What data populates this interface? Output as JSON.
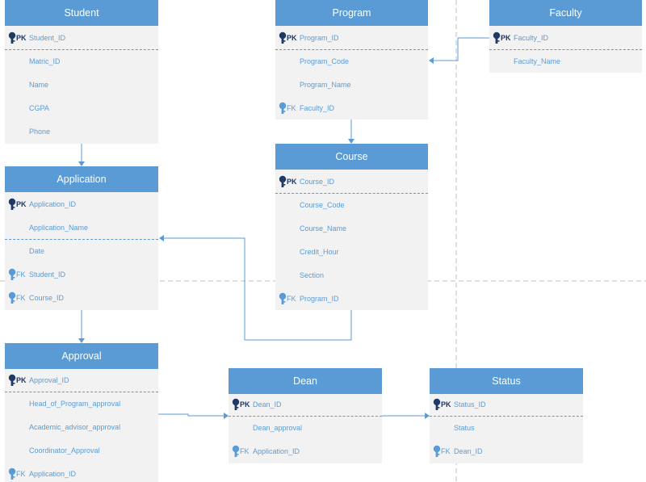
{
  "entities": {
    "student": {
      "title": "Student",
      "fields": [
        {
          "key": "PK",
          "name": "Student_ID"
        },
        {
          "key": "",
          "name": "Matric_ID"
        },
        {
          "key": "",
          "name": "Name"
        },
        {
          "key": "",
          "name": "CGPA"
        },
        {
          "key": "",
          "name": "Phone"
        }
      ]
    },
    "program": {
      "title": "Program",
      "fields": [
        {
          "key": "PK",
          "name": "Program_ID"
        },
        {
          "key": "",
          "name": "Program_Code"
        },
        {
          "key": "",
          "name": "Program_Name"
        },
        {
          "key": "FK",
          "name": "Faculty_ID"
        }
      ]
    },
    "faculty": {
      "title": "Faculty",
      "fields": [
        {
          "key": "PK",
          "name": "Faculty_ID"
        },
        {
          "key": "",
          "name": "Faculty_Name"
        }
      ]
    },
    "application": {
      "title": "Application",
      "fields": [
        {
          "key": "PK",
          "name": "Application_ID"
        },
        {
          "key": "",
          "name": "Application_Name"
        },
        {
          "key": "",
          "name": "Date"
        },
        {
          "key": "FK",
          "name": "Student_ID"
        },
        {
          "key": "FK",
          "name": "Course_ID"
        }
      ]
    },
    "course": {
      "title": "Course",
      "fields": [
        {
          "key": "PK",
          "name": "Course_ID"
        },
        {
          "key": "",
          "name": "Course_Code"
        },
        {
          "key": "",
          "name": "Course_Name"
        },
        {
          "key": "",
          "name": "Credit_Hour"
        },
        {
          "key": "",
          "name": "Section"
        },
        {
          "key": "FK",
          "name": "Program_ID"
        }
      ]
    },
    "approval": {
      "title": "Approval",
      "fields": [
        {
          "key": "PK",
          "name": "Approval_ID"
        },
        {
          "key": "",
          "name": "Head_of_Program_approval"
        },
        {
          "key": "",
          "name": "Academic_advisor_approval"
        },
        {
          "key": "",
          "name": "Coordinator_Approval"
        },
        {
          "key": "FK",
          "name": "Application_ID"
        }
      ]
    },
    "dean": {
      "title": "Dean",
      "fields": [
        {
          "key": "PK",
          "name": "Dean_ID"
        },
        {
          "key": "",
          "name": "Dean_approval"
        },
        {
          "key": "FK",
          "name": "Application_ID"
        }
      ]
    },
    "status": {
      "title": "Status",
      "fields": [
        {
          "key": "PK",
          "name": "Status_ID"
        },
        {
          "key": "",
          "name": "Status"
        },
        {
          "key": "FK",
          "name": "Dean_ID"
        }
      ]
    }
  },
  "relationships": [
    {
      "from": "student",
      "to": "application"
    },
    {
      "from": "faculty",
      "to": "program"
    },
    {
      "from": "program",
      "to": "course"
    },
    {
      "from": "course",
      "to": "application"
    },
    {
      "from": "application",
      "to": "approval"
    },
    {
      "from": "approval",
      "to": "dean"
    },
    {
      "from": "dean",
      "to": "status"
    }
  ],
  "colors": {
    "header": "#5b9bd5",
    "body": "#f2f2f2",
    "text": "#5b9bd5",
    "pk_text": "#1f3864",
    "connector": "#5b9bd5",
    "page_break": "#bfbfbf"
  }
}
